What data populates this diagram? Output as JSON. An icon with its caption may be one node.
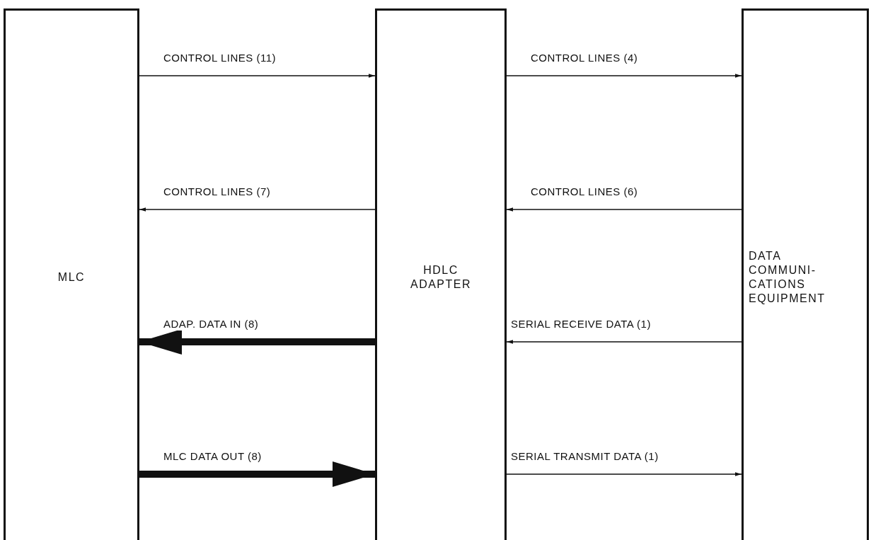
{
  "diagram": {
    "nodes": [
      {
        "text": [
          "MLC"
        ]
      },
      {
        "text": [
          "HDLC ADAPTER"
        ]
      },
      {
        "text": [
          "DATA COMMUNI- CATIONS EQUIPMENT"
        ]
      }
    ],
    "edges": [
      {
        "from": 0,
        "to": 1,
        "arrow": "to",
        "label": "CONTROL LINES (11)"
      },
      {
        "from": 1,
        "to": 2,
        "arrow": "to",
        "label": "CONTROL LINES (4)"
      },
      {
        "from": 1,
        "to": 0,
        "arrow": "to",
        "label": "CONTROL LINES (7)"
      },
      {
        "from": 2,
        "to": 1,
        "arrow": "to",
        "label": "CONTROL LINES (6)"
      },
      {
        "from": 1,
        "to": 0,
        "arrow": "to",
        "label": "ADAP. DATA IN (8)",
        "style": "thick"
      },
      {
        "from": 2,
        "to": 1,
        "arrow": "to",
        "label": "SERIAL RECEIVE DATA (1)"
      },
      {
        "from": 0,
        "to": 1,
        "arrow": "to",
        "label": "MLC DATA OUT (8)",
        "style": "thick"
      },
      {
        "from": 1,
        "to": 2,
        "arrow": "to",
        "label": "SERIAL TRANSMIT DATA (1)"
      }
    ]
  }
}
